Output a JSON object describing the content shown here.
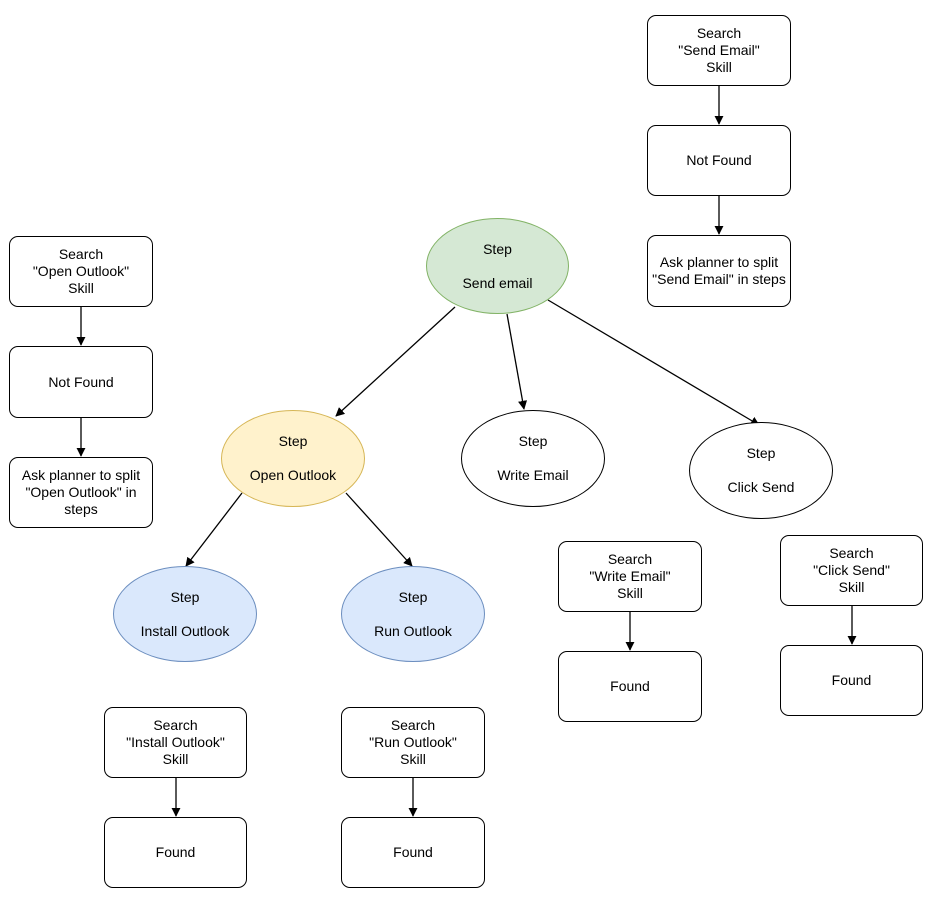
{
  "colors": {
    "edge": "#000000",
    "green_fill": "#d5e8d4",
    "green_stroke": "#82b366",
    "yellow_fill": "#fff2cc",
    "yellow_stroke": "#d6b656",
    "blue_fill": "#dae8fc",
    "blue_stroke": "#6c8ebf"
  },
  "steps": {
    "send_email": {
      "l1": "Step",
      "l2": "Send email"
    },
    "open_outlook": {
      "l1": "Step",
      "l2": "Open Outlook"
    },
    "write_email": {
      "l1": "Step",
      "l2": "Write Email"
    },
    "click_send": {
      "l1": "Step",
      "l2": "Click Send"
    },
    "install_outlook": {
      "l1": "Step",
      "l2": "Install Outlook"
    },
    "run_outlook": {
      "l1": "Step",
      "l2": "Run Outlook"
    }
  },
  "boxes": {
    "search_send_email": {
      "l1": "Search",
      "l2": "\"Send Email\"",
      "l3": "Skill"
    },
    "not_found_send_email": {
      "l1": "Not Found"
    },
    "ask_split_send_email": {
      "l1": "Ask planner to split",
      "l2": "\"Send Email\" in steps"
    },
    "search_open_outlook": {
      "l1": "Search",
      "l2": "\"Open Outlook\"",
      "l3": "Skill"
    },
    "not_found_open_outlook": {
      "l1": "Not Found"
    },
    "ask_split_open_outlook": {
      "l1": "Ask planner to split",
      "l2": "\"Open Outlook\" in",
      "l3": "steps"
    },
    "search_write_email": {
      "l1": "Search",
      "l2": "\"Write Email\"",
      "l3": "Skill"
    },
    "found_write_email": {
      "l1": "Found"
    },
    "search_click_send": {
      "l1": "Search",
      "l2": "\"Click Send\"",
      "l3": "Skill"
    },
    "found_click_send": {
      "l1": "Found"
    },
    "search_install_outlook": {
      "l1": "Search",
      "l2": "\"Install Outlook\"",
      "l3": "Skill"
    },
    "found_install_outlook": {
      "l1": "Found"
    },
    "search_run_outlook": {
      "l1": "Search",
      "l2": "\"Run Outlook\"",
      "l3": "Skill"
    },
    "found_run_outlook": {
      "l1": "Found"
    }
  }
}
